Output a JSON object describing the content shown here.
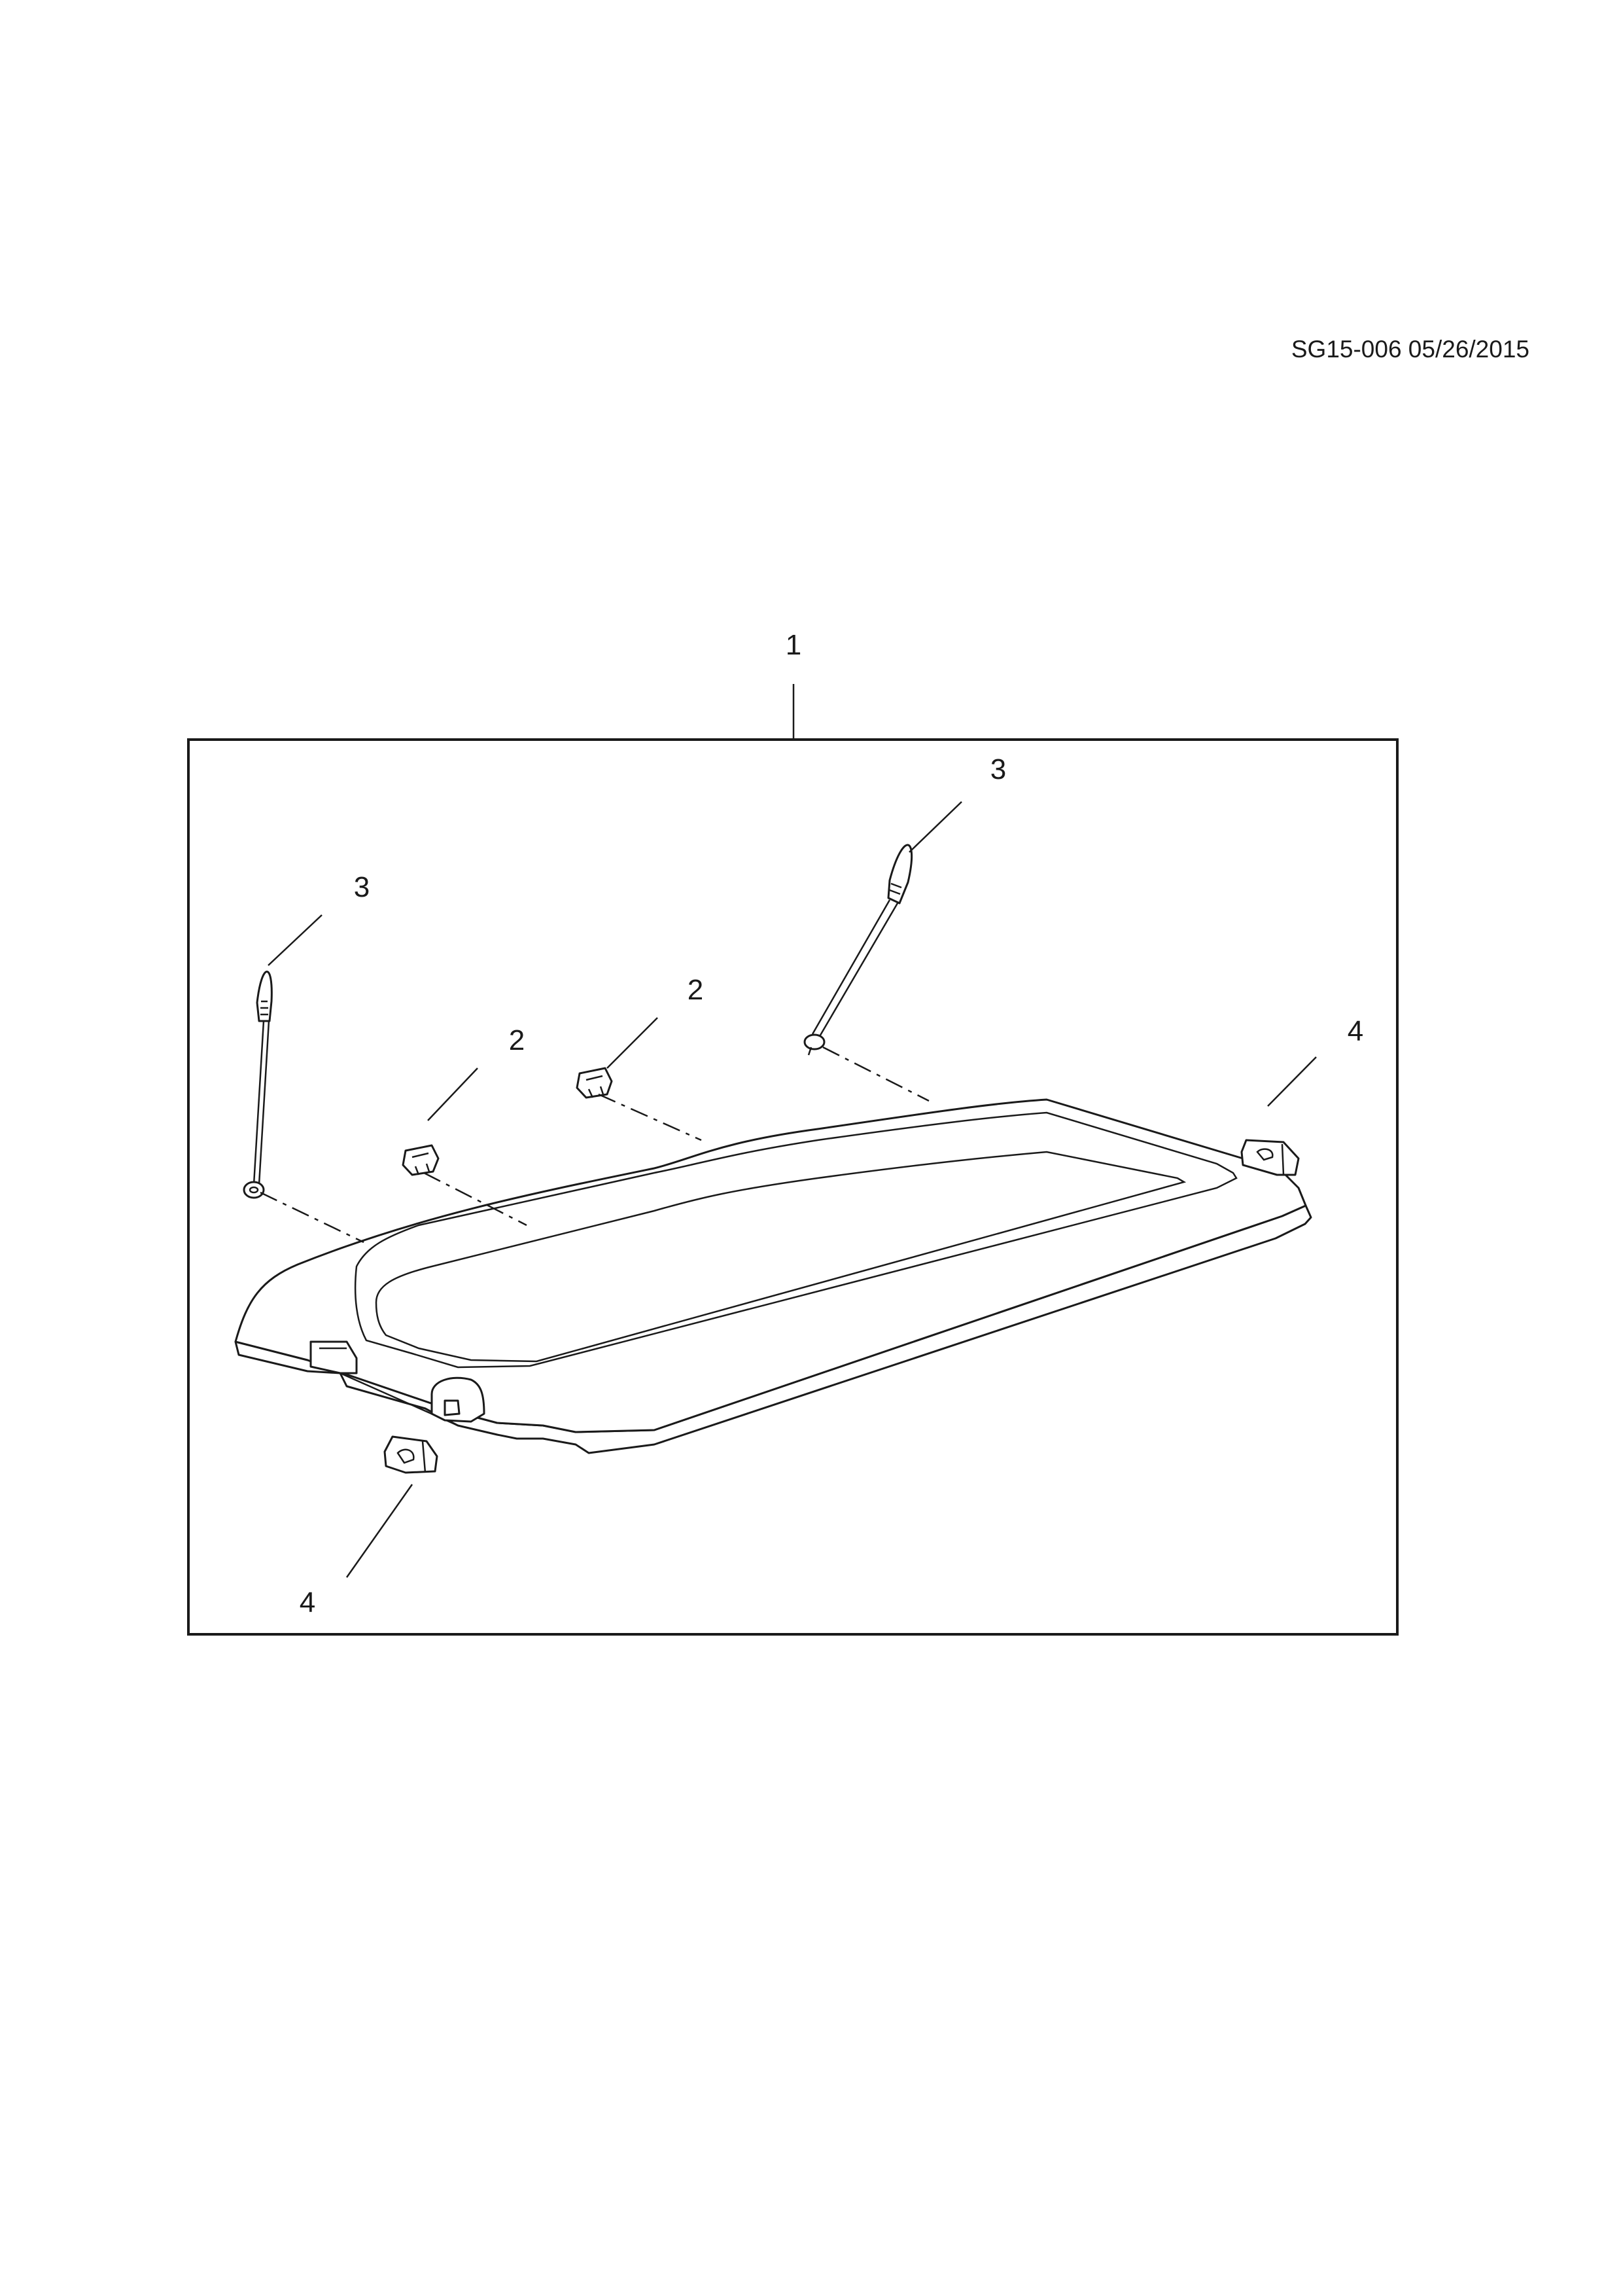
{
  "reference": "SG15-006 05/26/2015",
  "callouts": {
    "assembly": "1",
    "clip_left": "2",
    "clip_right": "2",
    "strap_left": "3",
    "strap_right": "3",
    "bracket_right": "4",
    "bracket_left": "4"
  },
  "colors": {
    "line": "#1a1a1a",
    "background": "#ffffff"
  }
}
